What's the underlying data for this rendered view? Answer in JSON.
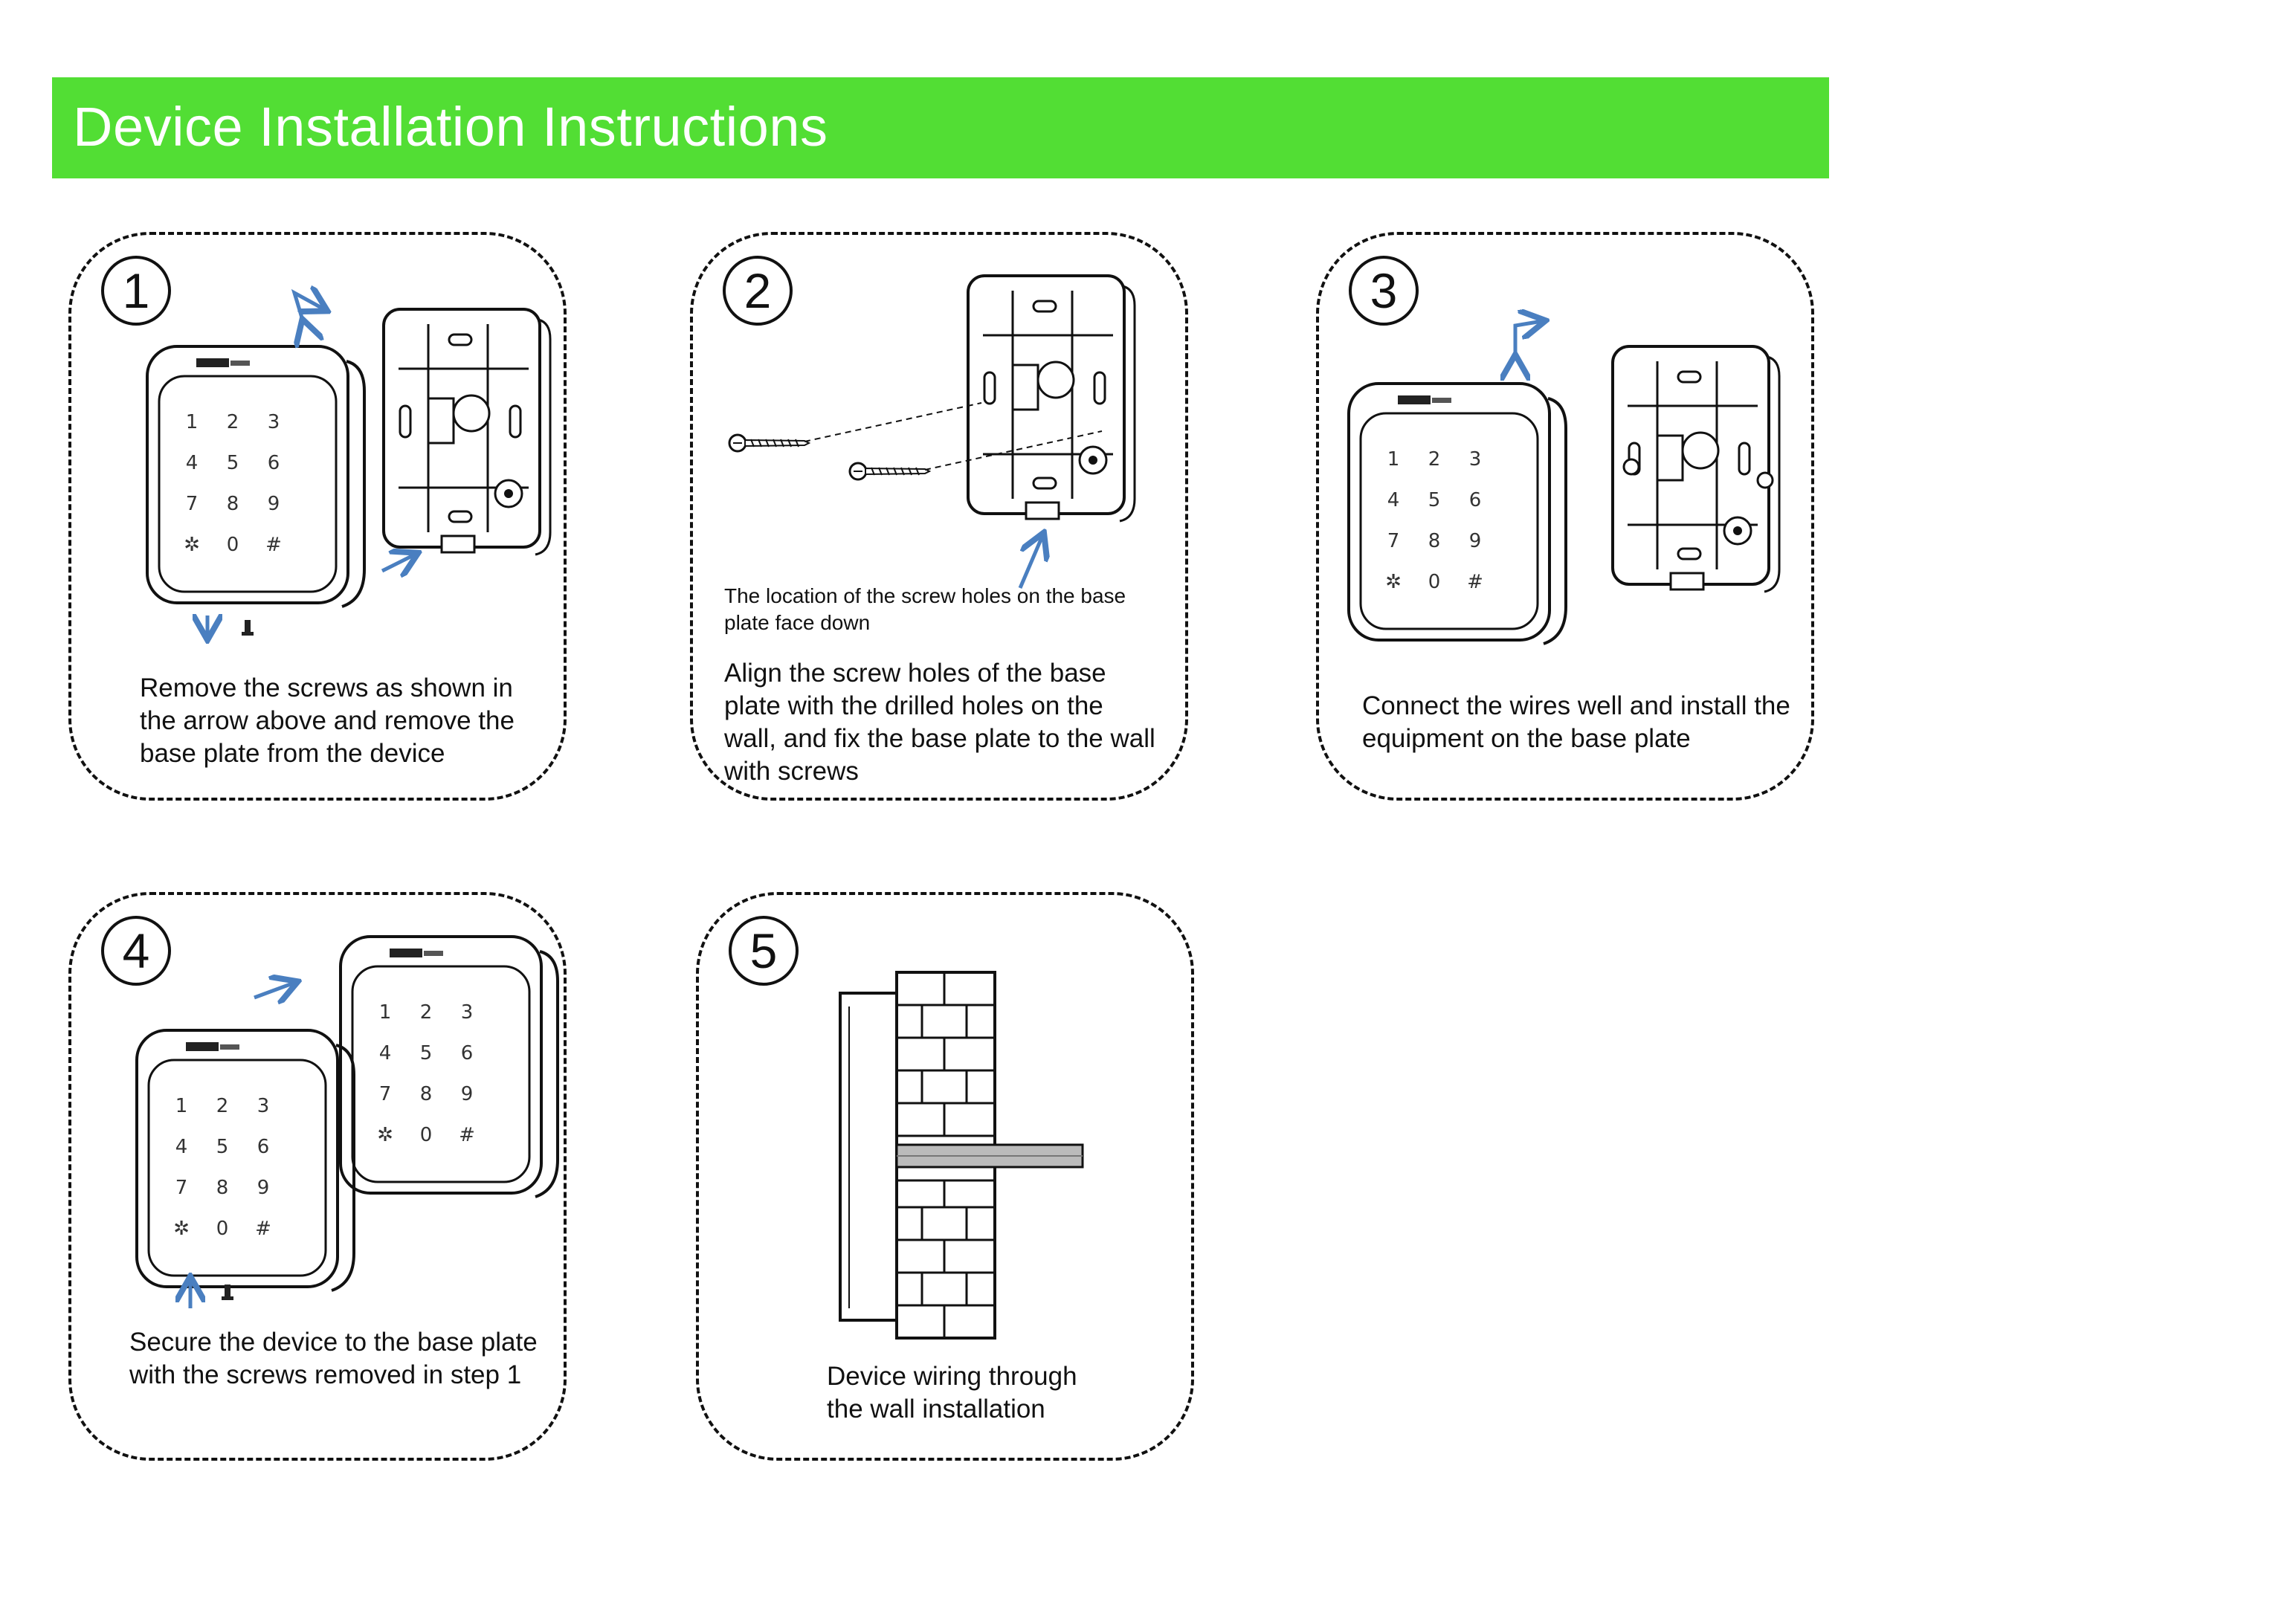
{
  "header": {
    "title": "Device Installation Instructions",
    "accent_color": "#52de34"
  },
  "steps": [
    {
      "number": "1",
      "caption": "Remove the screws as shown in the arrow above and remove the base plate from the device"
    },
    {
      "number": "2",
      "note": "The location of the screw holes on the base plate face down",
      "caption": "Align the screw holes of the base plate with the drilled holes on the wall, and fix the base plate to the wall with screws"
    },
    {
      "number": "3",
      "caption": "Connect the wires well and install the equipment on the base plate"
    },
    {
      "number": "4",
      "caption": "Secure the device to the base plate with the screws removed in step 1"
    },
    {
      "number": "5",
      "caption": "Device wiring through the wall installation"
    }
  ],
  "keypad": [
    "1",
    "2",
    "3",
    "4",
    "5",
    "6",
    "7",
    "8",
    "9",
    "*",
    "0",
    "#"
  ],
  "arrow_color": "#4a7fc0"
}
